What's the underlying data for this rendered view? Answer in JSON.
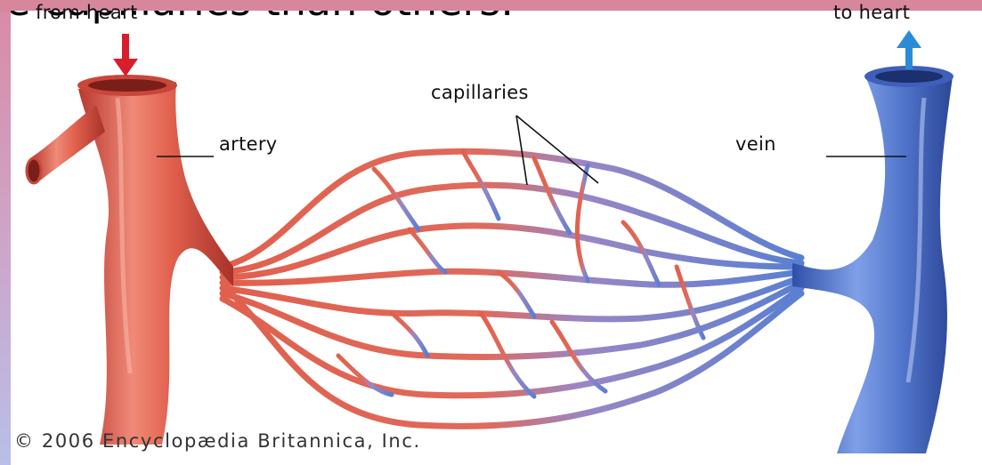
{
  "slide": {
    "partial_text": "e capillaries than others."
  },
  "diagram": {
    "labels": {
      "from_heart": "from heart",
      "to_heart": "to heart",
      "capillaries": "capillaries",
      "artery": "artery",
      "vein": "vein"
    },
    "copyright": "© 2006 Encyclopædia Britannica, Inc.",
    "colors": {
      "artery": "#e0604d",
      "vein": "#4f73c9",
      "arrow_in": "#d81e2c",
      "arrow_out": "#2b8bd6"
    }
  }
}
